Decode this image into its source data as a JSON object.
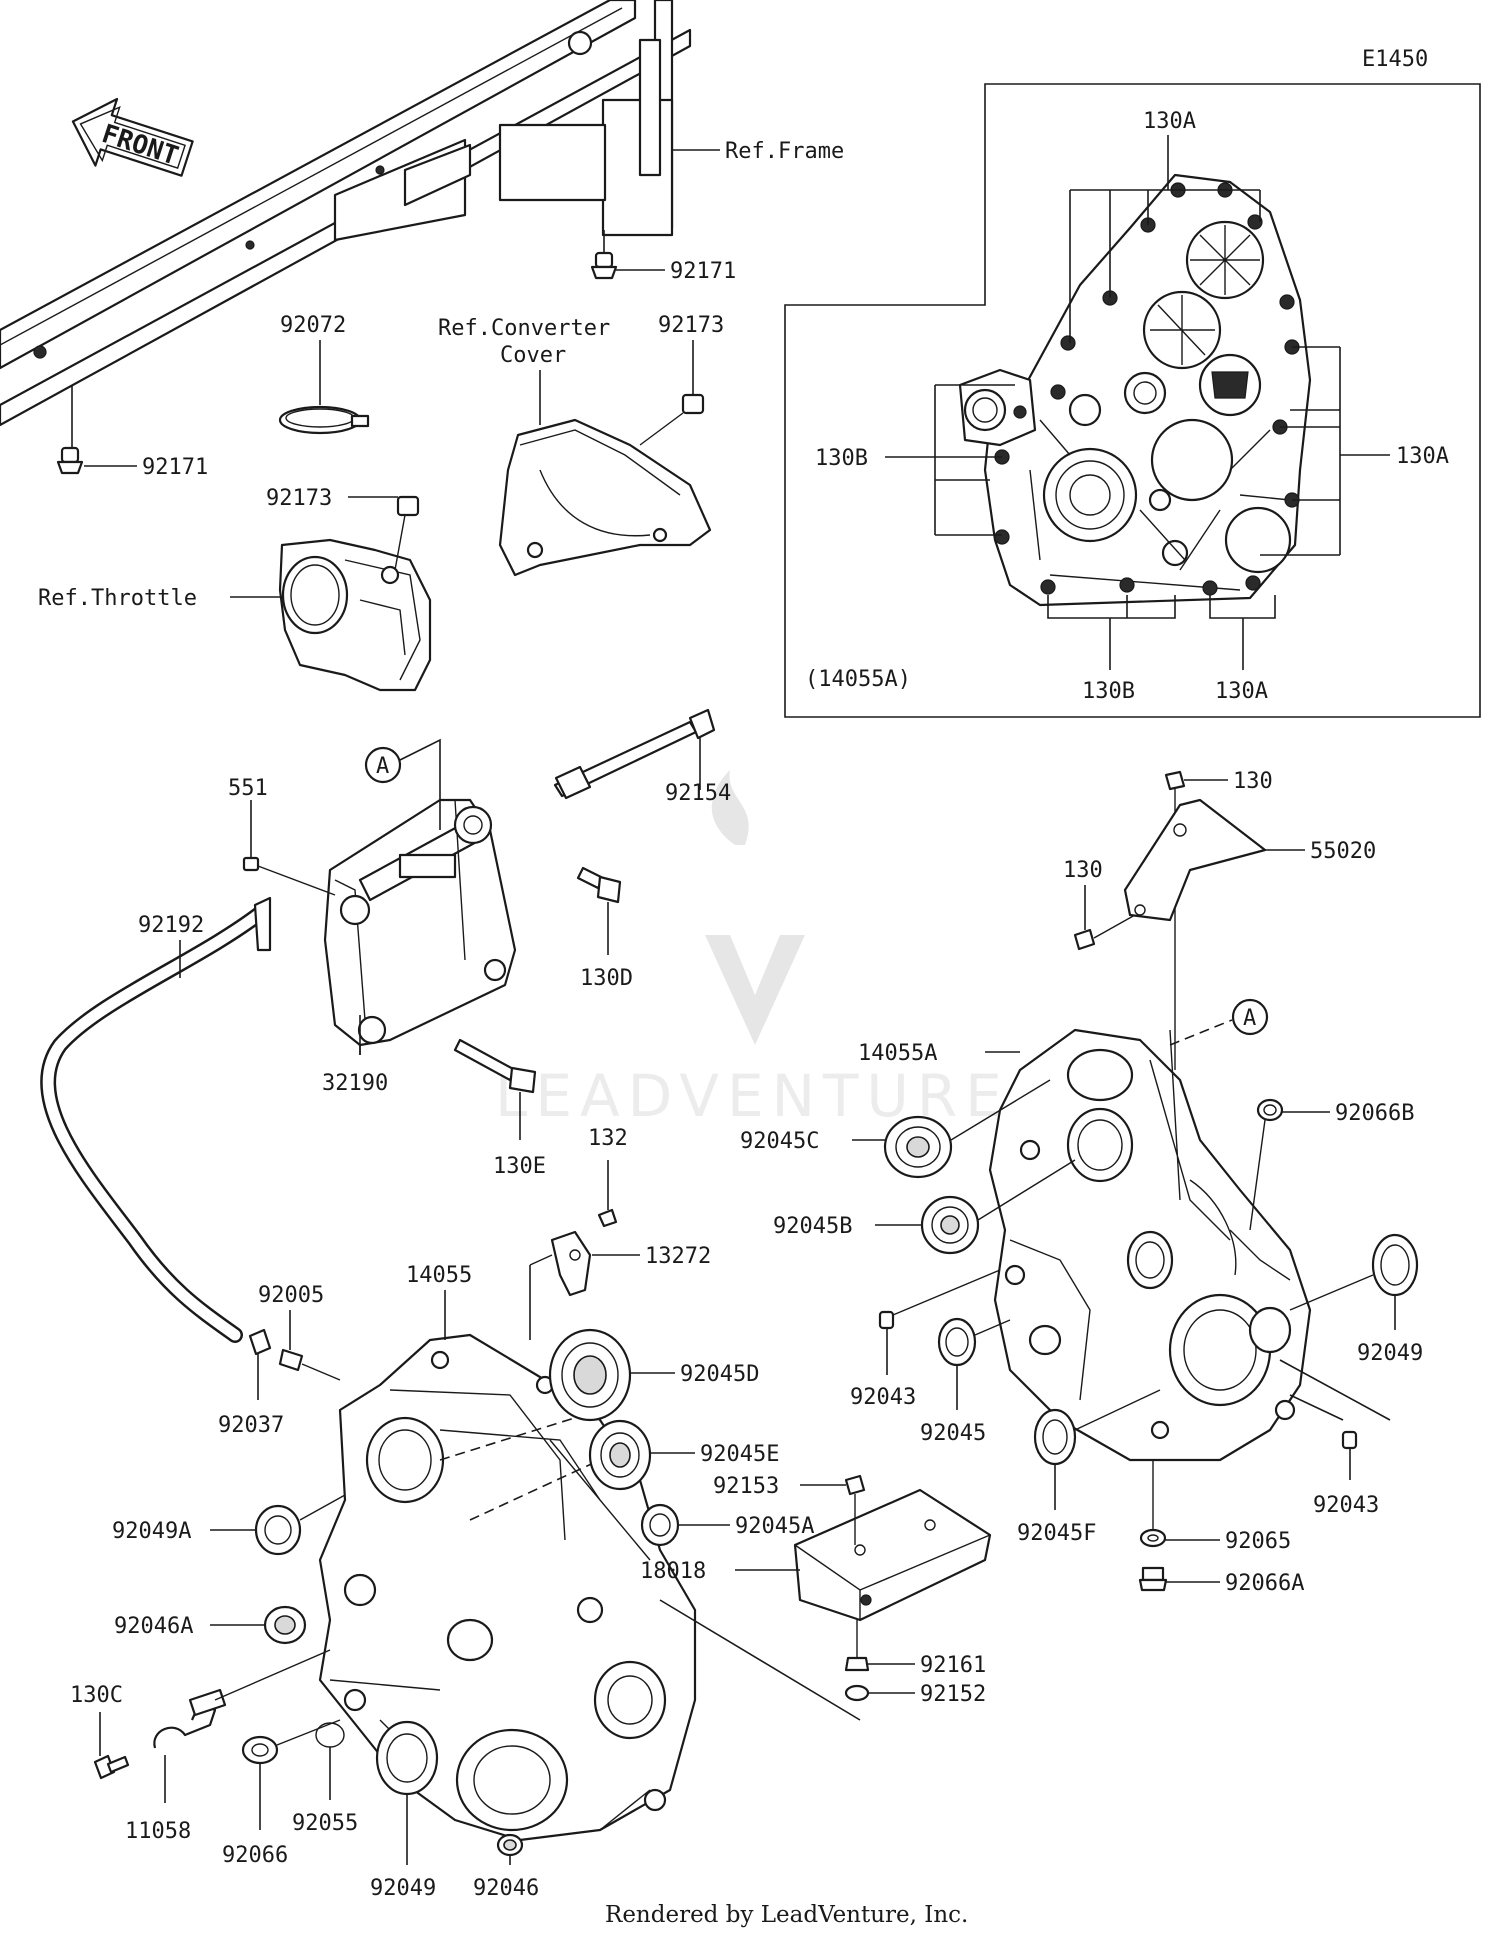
{
  "diagram_code": "E1450",
  "front_arrow": "FRONT",
  "watermark": "LEADVENTURE",
  "credit": "Rendered by LeadVenture, Inc.",
  "inset_note": "(14055A)",
  "callout_A": "A",
  "labels": {
    "ref_frame": "Ref.Frame",
    "ref_converter_1": "Ref.Converter",
    "ref_converter_2": "Cover",
    "ref_throttle": "Ref.Throttle",
    "p92171_top": "92171",
    "p92171_left": "92171",
    "p92072": "92072",
    "p92173_top": "92173",
    "p92173_left": "92173",
    "p551": "551",
    "p92154": "92154",
    "p130D": "130D",
    "p92192": "92192",
    "p32190": "32190",
    "p130E": "130E",
    "p132": "132",
    "p13272": "13272",
    "p14055": "14055",
    "p92005": "92005",
    "p92045D": "92045D",
    "p92045E": "92045E",
    "p92037": "92037",
    "p92049A": "92049A",
    "p92045A": "92045A",
    "p92153": "92153",
    "p18018": "18018",
    "p92046A": "92046A",
    "p92161": "92161",
    "p92152": "92152",
    "p130C": "130C",
    "p11058": "11058",
    "p92066": "92066",
    "p92055": "92055",
    "p92049": "92049",
    "p92046": "92046",
    "p130_top": "130",
    "p55020": "55020",
    "p130_mid": "130",
    "p14055A": "14055A",
    "p92045C": "92045C",
    "p92066B": "92066B",
    "p92045B": "92045B",
    "p92049_right": "92049",
    "p92043_left": "92043",
    "p92045_right": "92045",
    "p92045F": "92045F",
    "p92065": "92065",
    "p92043_right": "92043",
    "p92066A": "92066A",
    "inset_130A_top": "130A",
    "inset_130A_right": "130A",
    "inset_130B_left": "130B",
    "inset_130B_bottom": "130B",
    "inset_130A_bottom": "130A"
  }
}
